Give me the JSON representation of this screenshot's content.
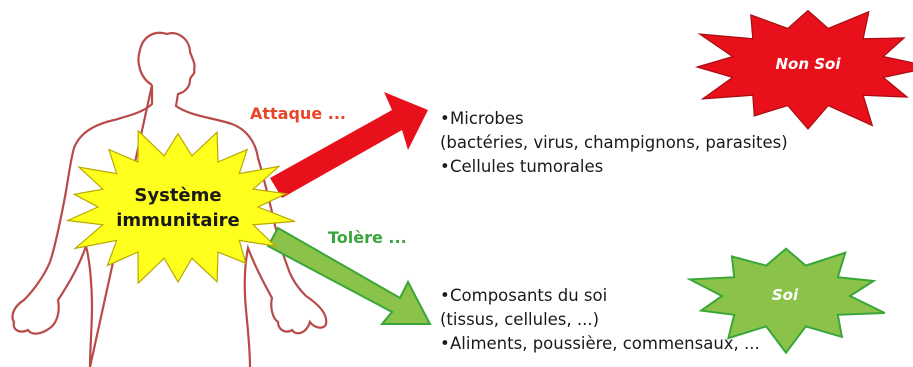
{
  "colors": {
    "body_outline": "#b84b4a",
    "attack_arrow": "#e8101b",
    "tolerate_arrow": "#8bc34a",
    "tolerate_arrow_stroke": "#3aa63a",
    "center_burst": "#ffff1e",
    "nonsoi_burst": "#e8101b",
    "soi_burst": "#8bc34a",
    "attaque_text": "#e8462a",
    "tolere_text": "#3aa63a"
  },
  "center": {
    "label_line1": "Système",
    "label_line2": "immunitaire"
  },
  "attack": {
    "label": "Attaque ...",
    "burst_label": "Non Soi",
    "items": [
      {
        "bullet": "•",
        "text": "Microbes"
      },
      {
        "bullet": "",
        "text": "(bactéries, virus, champignons, parasites)"
      },
      {
        "bullet": "•",
        "text": "Cellules tumorales"
      }
    ]
  },
  "tolerate": {
    "label": "Tolère ...",
    "burst_label": "Soi",
    "items": [
      {
        "bullet": "•",
        "text": "Composants du soi"
      },
      {
        "bullet": "",
        "text": "(tissus, cellules, ...)"
      },
      {
        "bullet": "•",
        "text": "Aliments, poussière, commensaux, ..."
      }
    ]
  }
}
